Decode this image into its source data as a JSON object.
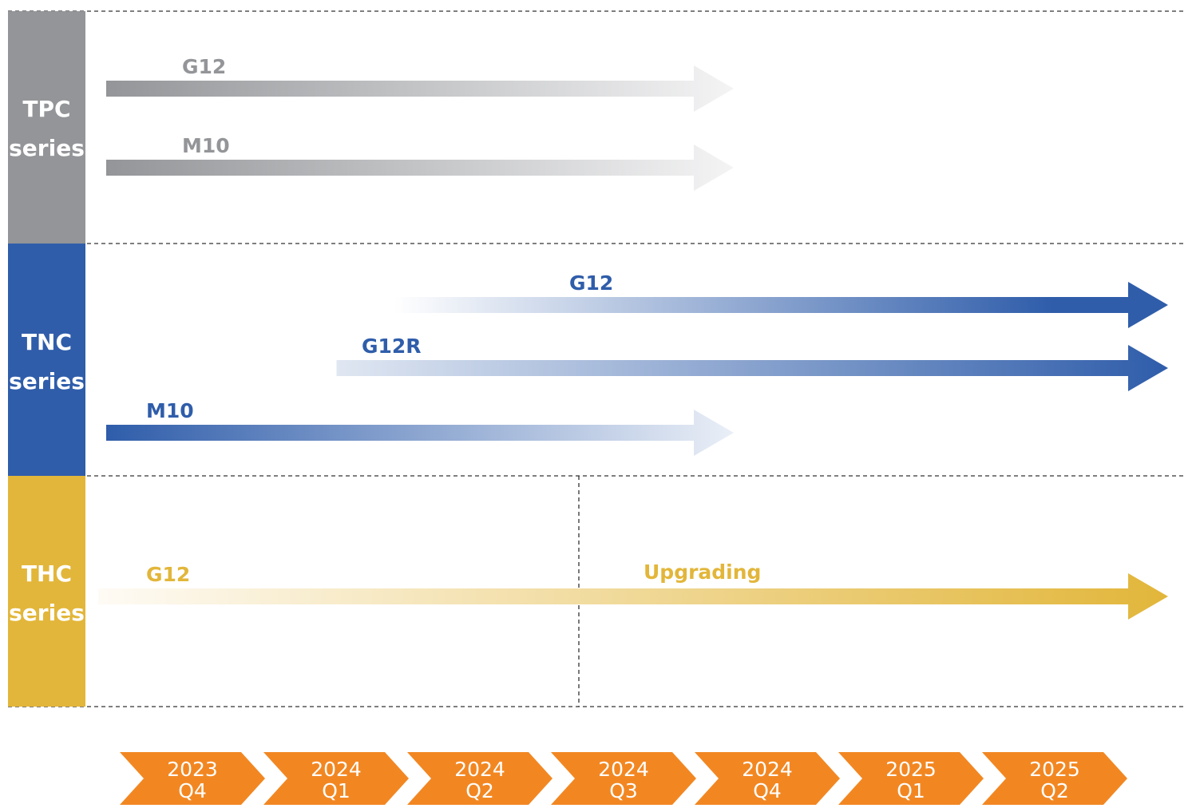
{
  "colors": {
    "tpc": "#939598",
    "tnc": "#2F5DAA",
    "thc": "#E2B63A",
    "quarter": "#F28722",
    "divider": "#333333"
  },
  "series": [
    {
      "id": "tpc",
      "label_line1": "TPC",
      "label_line2": "series",
      "color": "#939598",
      "arrows": [
        {
          "id": "tpc-g12",
          "label": "G12",
          "start": 0,
          "end": 4,
          "fade": "out",
          "color": "#939598"
        },
        {
          "id": "tpc-m10",
          "label": "M10",
          "start": 0,
          "end": 4,
          "fade": "out",
          "color": "#939598"
        }
      ]
    },
    {
      "id": "tnc",
      "label_line1": "TNC",
      "label_line2": "series",
      "color": "#2F5DAA",
      "arrows": [
        {
          "id": "tnc-g12",
          "label": "G12",
          "start": 2,
          "end": 7,
          "fade": "in",
          "color": "#2F5DAA"
        },
        {
          "id": "tnc-g12r",
          "label": "G12R",
          "start": 1.6,
          "end": 7,
          "fade": "in",
          "color": "#2F5DAA"
        },
        {
          "id": "tnc-m10",
          "label": "M10",
          "start": 0,
          "end": 4,
          "fade": "out",
          "color": "#2F5DAA"
        }
      ]
    },
    {
      "id": "thc",
      "label_line1": "THC",
      "label_line2": "series",
      "color": "#E2B63A",
      "arrows": [
        {
          "id": "thc-g12",
          "label": "G12",
          "start": 0,
          "end": 7,
          "fade": "in",
          "color": "#E2B63A",
          "annotation": "Upgrading"
        }
      ]
    }
  ],
  "quarters": [
    {
      "year": "2023",
      "q": "Q4"
    },
    {
      "year": "2024",
      "q": "Q1"
    },
    {
      "year": "2024",
      "q": "Q2"
    },
    {
      "year": "2024",
      "q": "Q3"
    },
    {
      "year": "2024",
      "q": "Q4"
    },
    {
      "year": "2025",
      "q": "Q1"
    },
    {
      "year": "2025",
      "q": "Q2"
    }
  ],
  "thc_upgrade_boundary": 3.4
}
